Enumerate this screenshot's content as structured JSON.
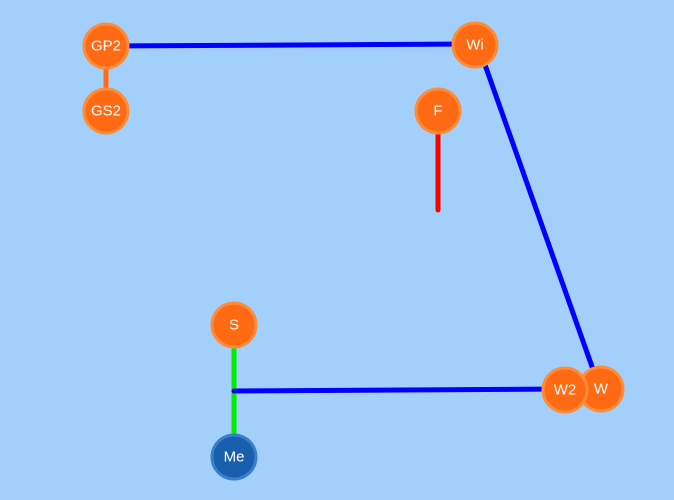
{
  "colors": {
    "background": "#a2d0fb",
    "node_orange": "#ff6a13",
    "node_orange_border": "#ff8c3a",
    "node_blue": "#1a5fad",
    "node_blue_border": "#3a7fcb",
    "edge_blue": "#0000ff",
    "edge_green": "#00ee00",
    "edge_red": "#ff0000",
    "edge_orange": "#ff6a13"
  },
  "nodes": [
    {
      "id": "GP2",
      "label": "GP2",
      "kind": "orange"
    },
    {
      "id": "GS2",
      "label": "GS2",
      "kind": "orange"
    },
    {
      "id": "Wi",
      "label": "Wi",
      "kind": "orange"
    },
    {
      "id": "F",
      "label": "F",
      "kind": "orange"
    },
    {
      "id": "S",
      "label": "S",
      "kind": "orange"
    },
    {
      "id": "Me",
      "label": "Me",
      "kind": "blue"
    },
    {
      "id": "W2",
      "label": "W2",
      "kind": "orange"
    },
    {
      "id": "W",
      "label": "W",
      "kind": "orange"
    }
  ]
}
